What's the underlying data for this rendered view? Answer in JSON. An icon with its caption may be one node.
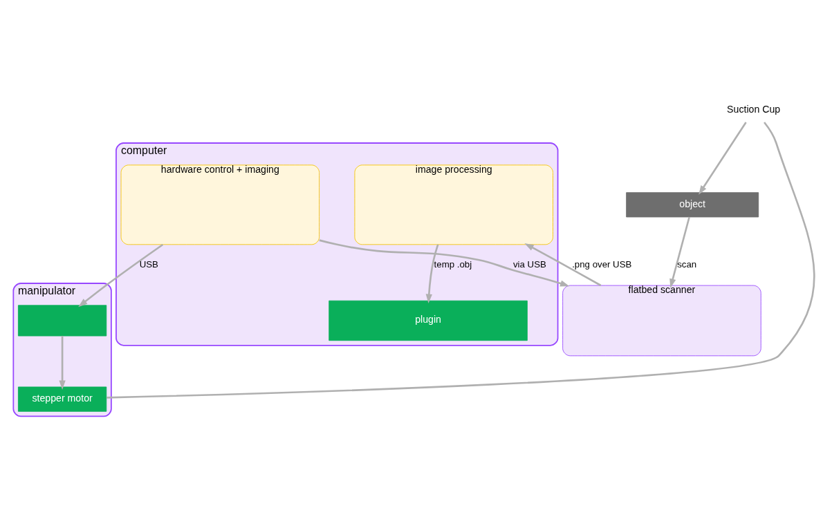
{
  "diagram": {
    "nodes": [
      {
        "text": [
          "manipulator"
        ]
      },
      {
        "text": [
          "stepper motor"
        ],
        "in": 0
      },
      {
        "text": [],
        "shape": "box",
        "in": 0
      },
      {
        "text": [
          "Suction Cup"
        ]
      },
      {
        "text": [
          "object"
        ]
      },
      {
        "text": [
          "flatbed scanner"
        ]
      },
      {
        "text": [
          "computer"
        ]
      },
      {
        "text": [
          "hardware control + imaging"
        ],
        "in": 6
      },
      {
        "text": [
          "image processing"
        ],
        "in": 6
      },
      {
        "text": [
          "plugin"
        ],
        "in": 6
      }
    ],
    "edges": [
      {
        "from": 2,
        "to": 1,
        "arrow": "to"
      },
      {
        "from": 7,
        "to": 2,
        "arrow": "to",
        "label": "USB"
      },
      {
        "from": 1,
        "to": 3,
        "arrow": "none"
      },
      {
        "from": 3,
        "to": 4,
        "arrow": "to"
      },
      {
        "from": 4,
        "to": 5,
        "arrow": "to",
        "label": "scan"
      },
      {
        "from": 7,
        "to": 5,
        "arrow": "to",
        "label": "via USB"
      },
      {
        "from": 5,
        "to": 8,
        "arrow": "to",
        "label": ".png over USB"
      },
      {
        "from": 8,
        "to": 9,
        "arrow": "to",
        "label": "temp .obj"
      }
    ]
  }
}
